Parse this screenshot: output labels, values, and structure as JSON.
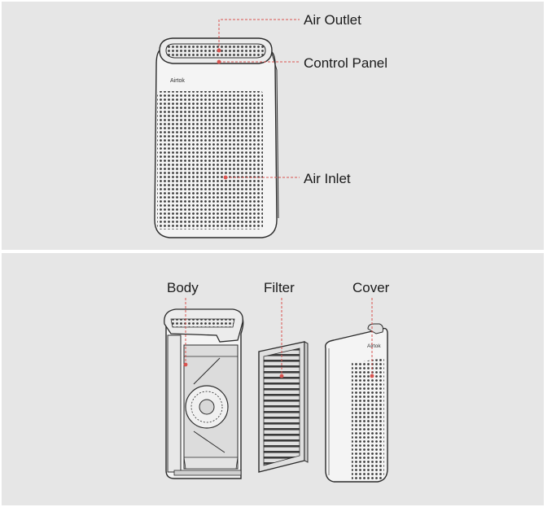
{
  "top_diagram": {
    "brand": "Airtok",
    "labels": {
      "air_outlet": "Air Outlet",
      "control_panel": "Control Panel",
      "air_inlet": "Air Inlet"
    }
  },
  "bottom_diagram": {
    "brand": "Airtok",
    "labels": {
      "body": "Body",
      "filter": "Filter",
      "cover": "Cover"
    }
  },
  "colors": {
    "panel_bg": "#e6e6e6",
    "leader_line": "#d9534f",
    "outline": "#2b2b2b",
    "grille_dot": "#3a3a3a"
  }
}
